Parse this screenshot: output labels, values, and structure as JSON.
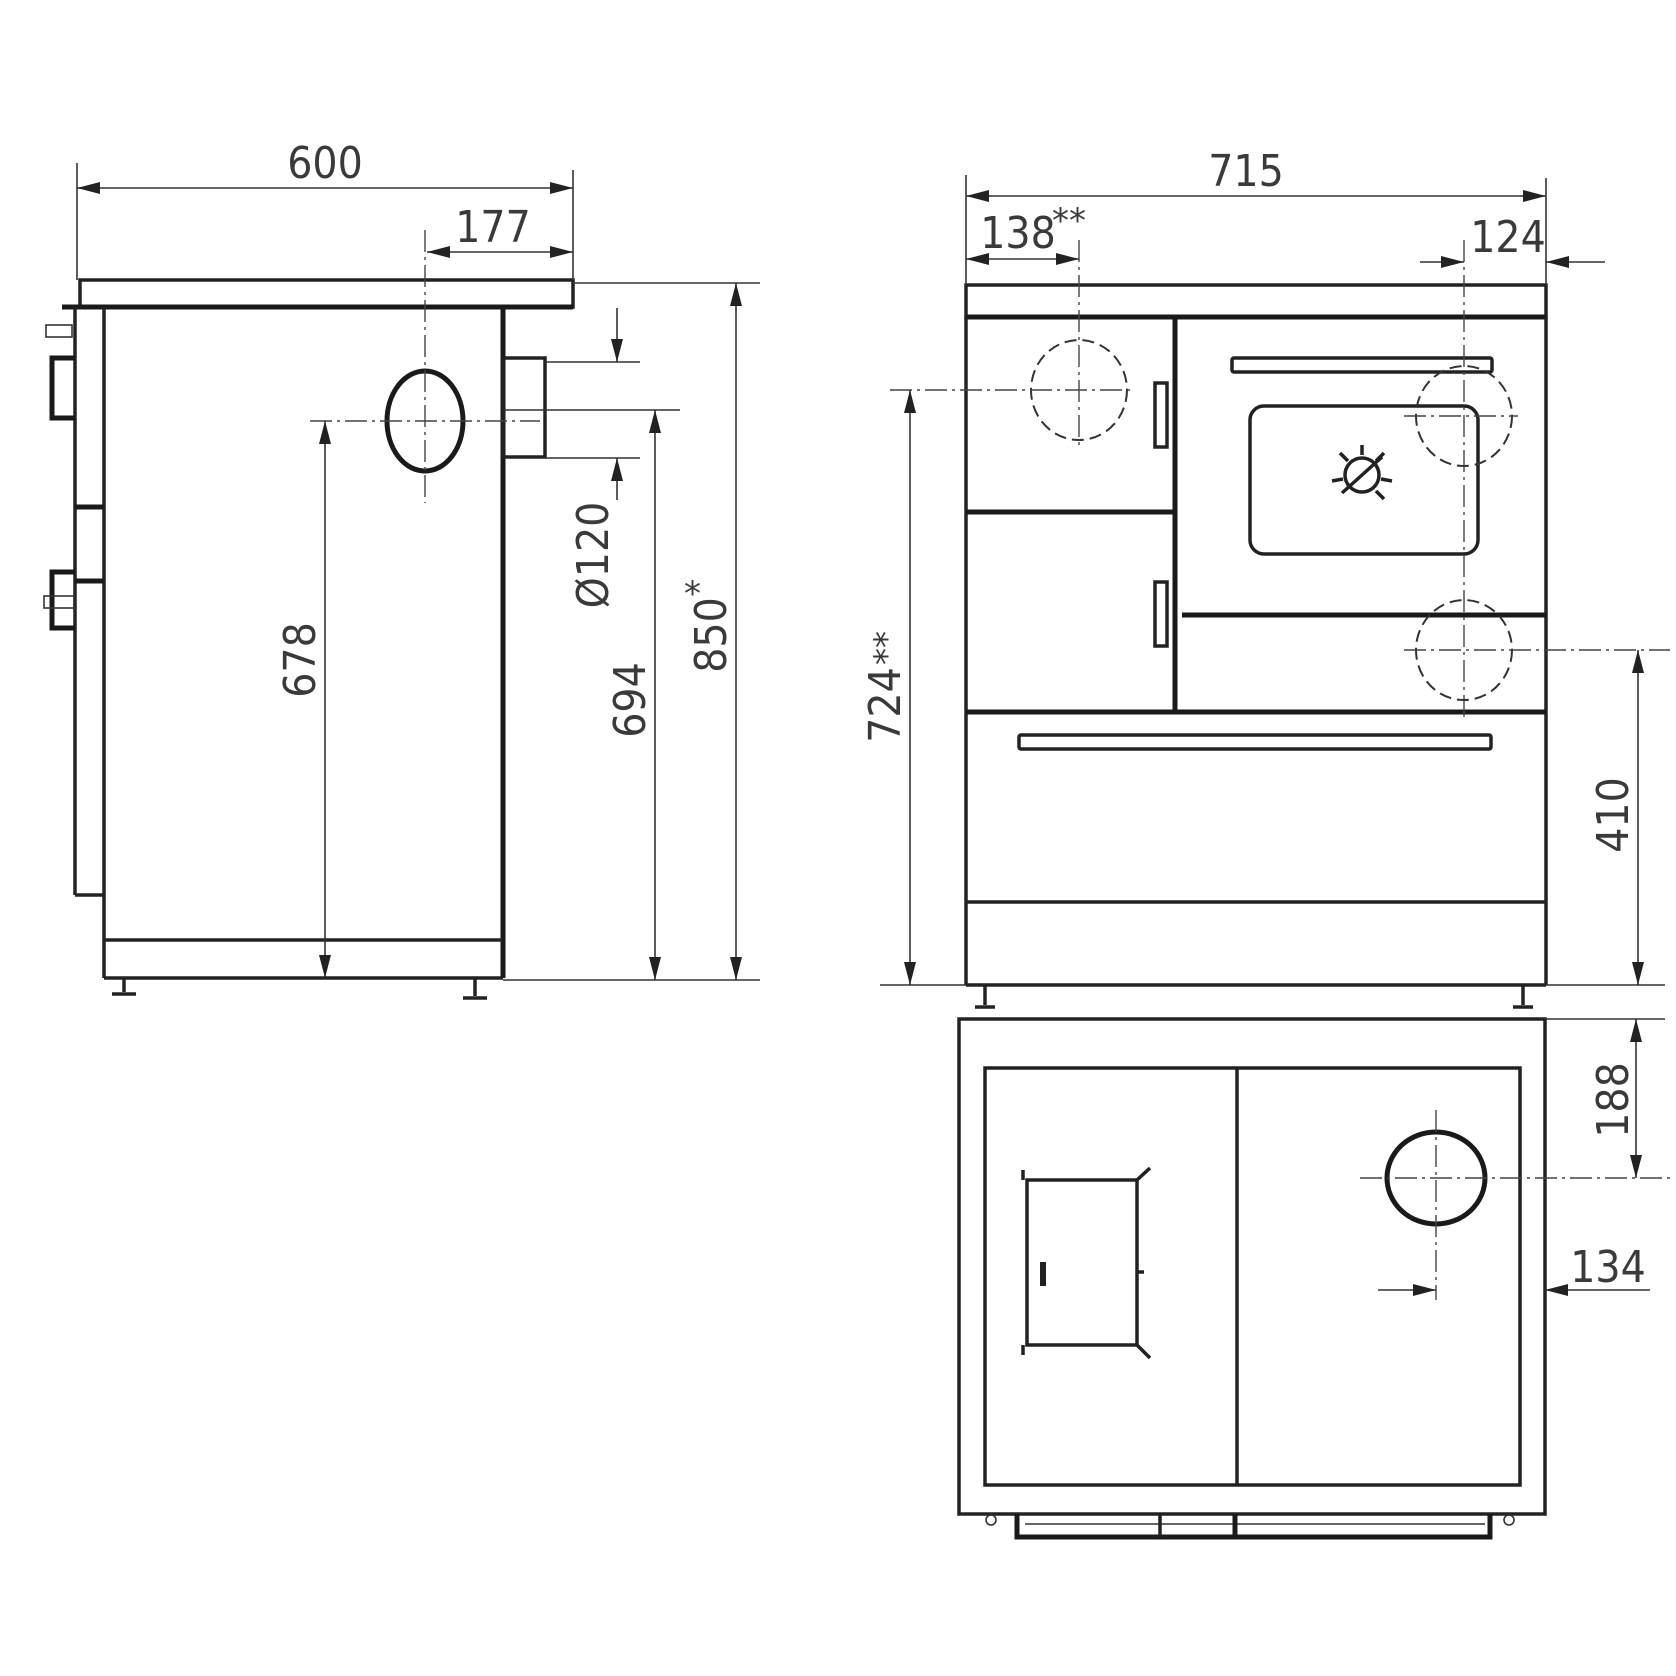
{
  "drawing": {
    "title": "Wood-burning cooker dimensional drawing",
    "views": [
      "side-view",
      "front-view",
      "top-view"
    ],
    "line_color": "#1a1a1a",
    "background": "#ffffff"
  },
  "side_view": {
    "dimensions": {
      "total_depth": "600",
      "flue_offset_back": "177",
      "flue_diameter": "Ø120",
      "flue_center_height": "678",
      "flue_outlet_height": "694",
      "total_height": "850",
      "total_height_note": "*"
    }
  },
  "front_view": {
    "dimensions": {
      "total_width": "715",
      "left_flue_offset": "138",
      "left_flue_offset_note": "**",
      "right_flue_offset": "124",
      "left_flue_height": "724",
      "left_flue_height_note": "**",
      "right_flue_height": "410"
    },
    "icons": [
      "thermometer-dial-icon"
    ]
  },
  "top_view": {
    "dimensions": {
      "flue_depth_offset": "188",
      "flue_side_offset": "134"
    }
  }
}
